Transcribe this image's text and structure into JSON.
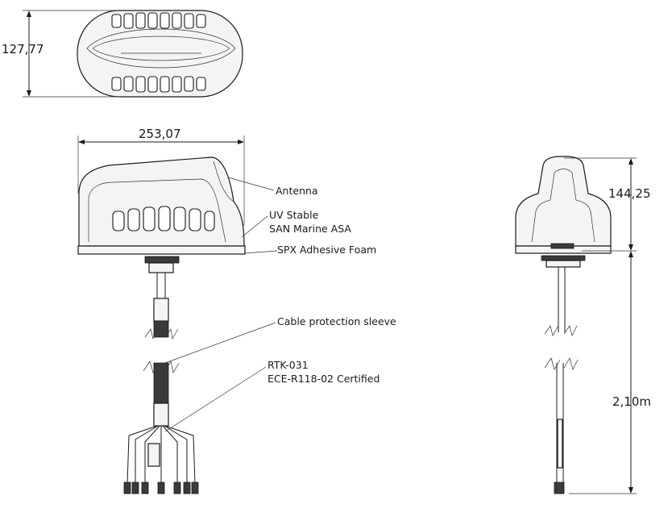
{
  "dimensions": {
    "top_height": "127,77",
    "front_width": "253,07",
    "side_height": "144,25",
    "cable_length": "2,10m"
  },
  "callouts": {
    "antenna": "Antenna",
    "uv_line1": "UV Stable",
    "uv_line2": "SAN Marine ASA",
    "foam": "SPX Adhesive Foam",
    "sleeve": "Cable protection sleeve",
    "model": "RTK-031",
    "certification": "ECE-R118-02 Certified"
  }
}
